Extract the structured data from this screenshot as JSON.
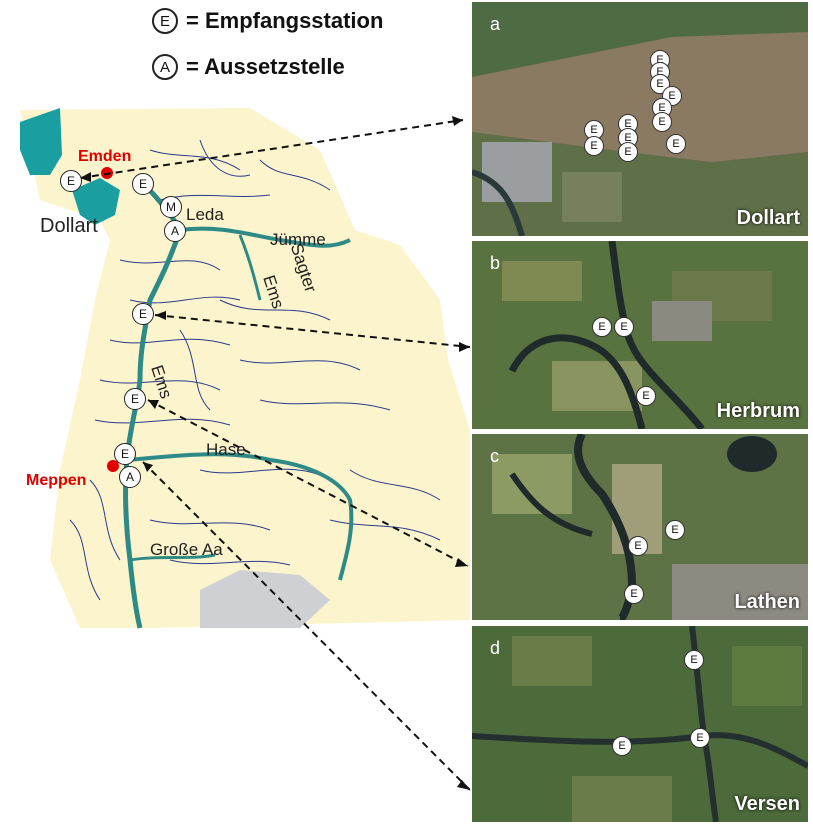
{
  "legend": {
    "receiver_symbol": "E",
    "receiver_label": "= Empfangsstation",
    "release_symbol": "A",
    "release_label": "= Aussetzstelle"
  },
  "map": {
    "labels": {
      "emden": "Emden",
      "dollart": "Dollart",
      "leda": "Leda",
      "juemme": "Jümme",
      "sagter_ems": "Sagter",
      "sagter_ems2": "Ems",
      "ems": "Ems",
      "hase": "Hase",
      "meppen": "Meppen",
      "grosse_aa": "Große Aa"
    },
    "station_symbols": {
      "e": "E",
      "m": "M",
      "a": "A"
    }
  },
  "panels": [
    {
      "letter": "a",
      "name": "Dollart"
    },
    {
      "letter": "b",
      "name": "Herbrum"
    },
    {
      "letter": "c",
      "name": "Lathen"
    },
    {
      "letter": "d",
      "name": "Versen"
    }
  ],
  "colors": {
    "map_background": "#fbf4cc",
    "river_main": "#2e8a86",
    "tributary": "#2a3a8c",
    "coast_teal": "#1a9ea0",
    "highlight_red": "#e00000"
  }
}
